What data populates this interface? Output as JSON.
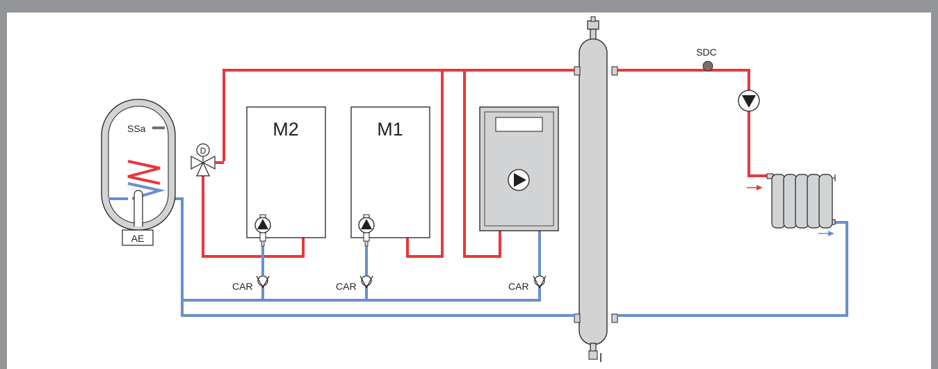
{
  "labels": {
    "boiler_2": "M2",
    "boiler_1": "M1",
    "tank_sensor": "SSa",
    "tank_auxiliary": "AE",
    "diverter_valve": "D",
    "flow_sensor": "SDC",
    "check_valve_1": "CAR",
    "check_valve_2": "CAR",
    "check_valve_3": "CAR"
  },
  "colors": {
    "hot_pipe": "#e8373e",
    "cold_pipe": "#6a8fcb",
    "frame": "#939598",
    "component_fill": "#d1d3d4",
    "outline": "#231f20",
    "sensor": "#7a6e66"
  }
}
